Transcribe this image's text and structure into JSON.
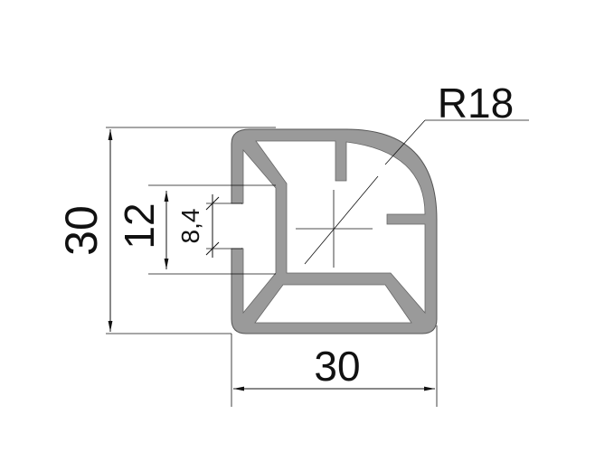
{
  "drawing": {
    "height_label": "30",
    "width_label": "30",
    "slot_outer_label": "12",
    "slot_inner_label": "8,4",
    "radius_label": "R18"
  },
  "colors": {
    "profile_fill": "#9a9a9a",
    "profile_stroke": "#555555",
    "line": "#111111"
  }
}
